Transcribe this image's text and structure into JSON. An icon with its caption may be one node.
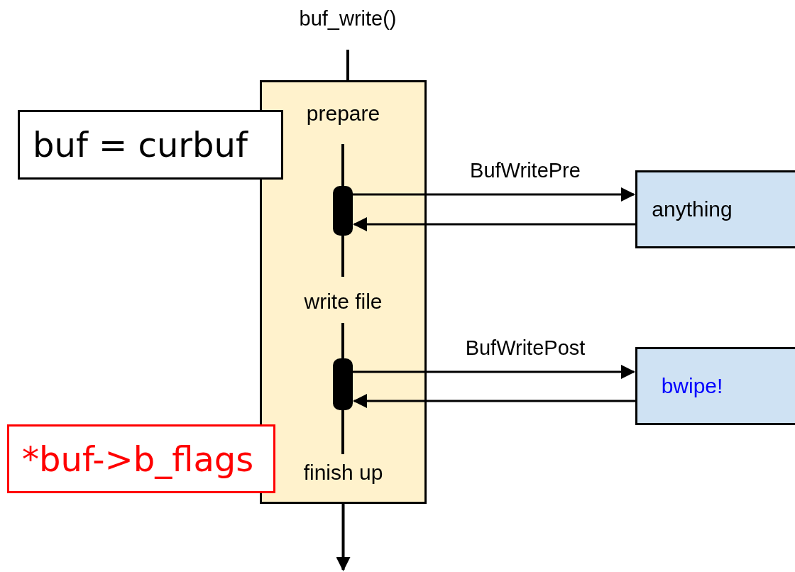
{
  "diagram": {
    "nodes": [
      {
        "text": [
          "buf_write()"
        ]
      },
      {
        "text": [
          "buf = curbuf"
        ]
      },
      {
        "text": [
          "prepare",
          "write file",
          "finish up"
        ]
      },
      {
        "text": [],
        "shape": "bar",
        "in": 2
      },
      {
        "text": [
          "anything"
        ]
      },
      {
        "text": [],
        "shape": "bar",
        "in": 2
      },
      {
        "text": [
          "bwipe!"
        ]
      },
      {
        "text": [
          "*buf->b_flags"
        ]
      }
    ],
    "edges": [
      {
        "from": 0,
        "to": 2,
        "arrow": "none"
      },
      {
        "from": 3,
        "to": 4,
        "arrow": "to",
        "label": "BufWritePre"
      },
      {
        "from": 4,
        "to": 3,
        "arrow": "to"
      },
      {
        "from": 5,
        "to": 6,
        "arrow": "to",
        "label": "BufWritePost"
      },
      {
        "from": 6,
        "to": 5,
        "arrow": "to"
      },
      {
        "from": 2,
        "to": null,
        "arrow": "to"
      }
    ]
  }
}
